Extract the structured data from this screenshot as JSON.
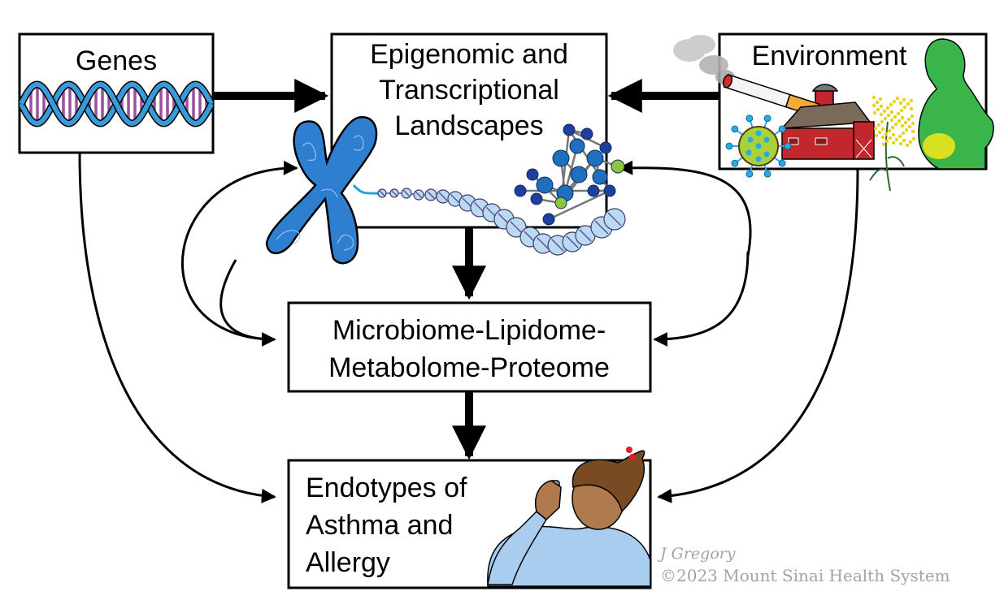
{
  "diagram": {
    "type": "flow",
    "nodes": {
      "genes": {
        "label": [
          "Genes"
        ],
        "illustration": "dna-double-helix"
      },
      "epigenomic": {
        "label": [
          "Epigenomic and",
          "Transcriptional",
          "Landscapes"
        ],
        "illustration": [
          "chromosome",
          "chromatin-nucleosomes",
          "molecule"
        ]
      },
      "environment": {
        "label": [
          "Environment"
        ],
        "illustration": [
          "smoke-cloud",
          "cigarette",
          "barn-with-silo",
          "virus",
          "goldenrod-plant",
          "pregnant-woman-silhouette"
        ]
      },
      "omics": {
        "label": [
          "Microbiome-Lipidome-",
          "Metabolome-Proteome"
        ]
      },
      "endotypes": {
        "label": [
          "Endotypes of",
          "Asthma and",
          "Allergy"
        ],
        "illustration": "child-using-inhaler"
      }
    },
    "edges": [
      {
        "from": "genes",
        "to": "epigenomic",
        "style": "thick"
      },
      {
        "from": "environment",
        "to": "epigenomic",
        "style": "thick"
      },
      {
        "from": "epigenomic",
        "to": "omics",
        "style": "thick"
      },
      {
        "from": "omics",
        "to": "endotypes",
        "style": "thick"
      },
      {
        "from": "genes",
        "to": "endotypes",
        "style": "thin-curve"
      },
      {
        "from": "environment",
        "to": "endotypes",
        "style": "thin-curve"
      },
      {
        "from": "omics",
        "to": "epigenomic",
        "style": "thin-curve-bidirectional",
        "side": "left"
      },
      {
        "from": "omics",
        "to": "epigenomic",
        "style": "thin-curve-bidirectional",
        "side": "right"
      }
    ],
    "colors": {
      "line": "#000000",
      "dna_strand": "#3a9ad9",
      "dna_base": "#9b4f9e",
      "chromosome": "#2f7fd0",
      "nucleosome": "#bcd9f2",
      "molecule": "#1f6fbf",
      "molecule_accent": "#8cc63f",
      "virus": "#a8d13a",
      "virus_spike": "#29abe2",
      "barn": "#c1272d",
      "barn_roof": "#7a6a5a",
      "plant": "#e8d21f",
      "woman": "#39b54a",
      "fetus": "#d9e021",
      "shirt": "#a9cdee",
      "skin": "#b07a4f",
      "credit_text": "#a3a3a3"
    }
  },
  "credit": {
    "author": "J Gregory",
    "copyright": "©2023 Mount Sinai Health System"
  }
}
